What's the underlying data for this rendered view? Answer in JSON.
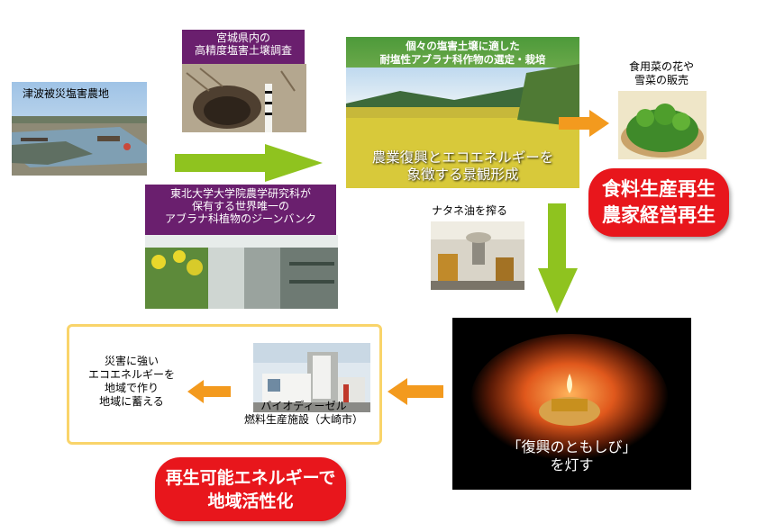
{
  "colors": {
    "accent_red": "#e8161c",
    "label_purple": "#6a1f6e",
    "arrow_green": "#8fc31f",
    "arrow_orange": "#f39a1e",
    "frame_yellow": "#f9d46a"
  },
  "tsunami_field": {
    "label": "津波被災塩害農地"
  },
  "soil_survey": {
    "label_lines": [
      "宮城県内の",
      "高精度塩害土壌調査"
    ]
  },
  "gene_bank": {
    "label_lines": [
      "東北大学大学院農学研究科が",
      "保有する世界唯一の",
      "アブラナ科植物のジーンバンク"
    ]
  },
  "field_photo": {
    "header_lines": [
      "個々の塩害土壌に適した",
      "耐塩性アブラナ科作物の選定・栽培"
    ],
    "overlay_lines": [
      "農業復興とエコエネルギーを",
      "象徴する景観形成"
    ]
  },
  "vegetable_sales": {
    "label_lines": [
      "食用菜の花や",
      "雪菜の販売"
    ]
  },
  "food_recovery": {
    "lines": [
      "食料生産再生",
      "農家経営再生"
    ]
  },
  "oil_press": {
    "label": "ナタネ油を搾る"
  },
  "candle_photo": {
    "caption_lines": [
      "「復興のともしび」",
      "を灯す"
    ]
  },
  "biodiesel_plant": {
    "caption_lines": [
      "バイオディーゼル",
      "燃料生産施設（大崎市）"
    ]
  },
  "eco_energy": {
    "lines": [
      "災害に強い",
      "エコエネルギーを",
      "地域で作り",
      "地域に蓄える"
    ]
  },
  "regional_revival": {
    "lines": [
      "再生可能エネルギーで",
      "地域活性化"
    ]
  }
}
